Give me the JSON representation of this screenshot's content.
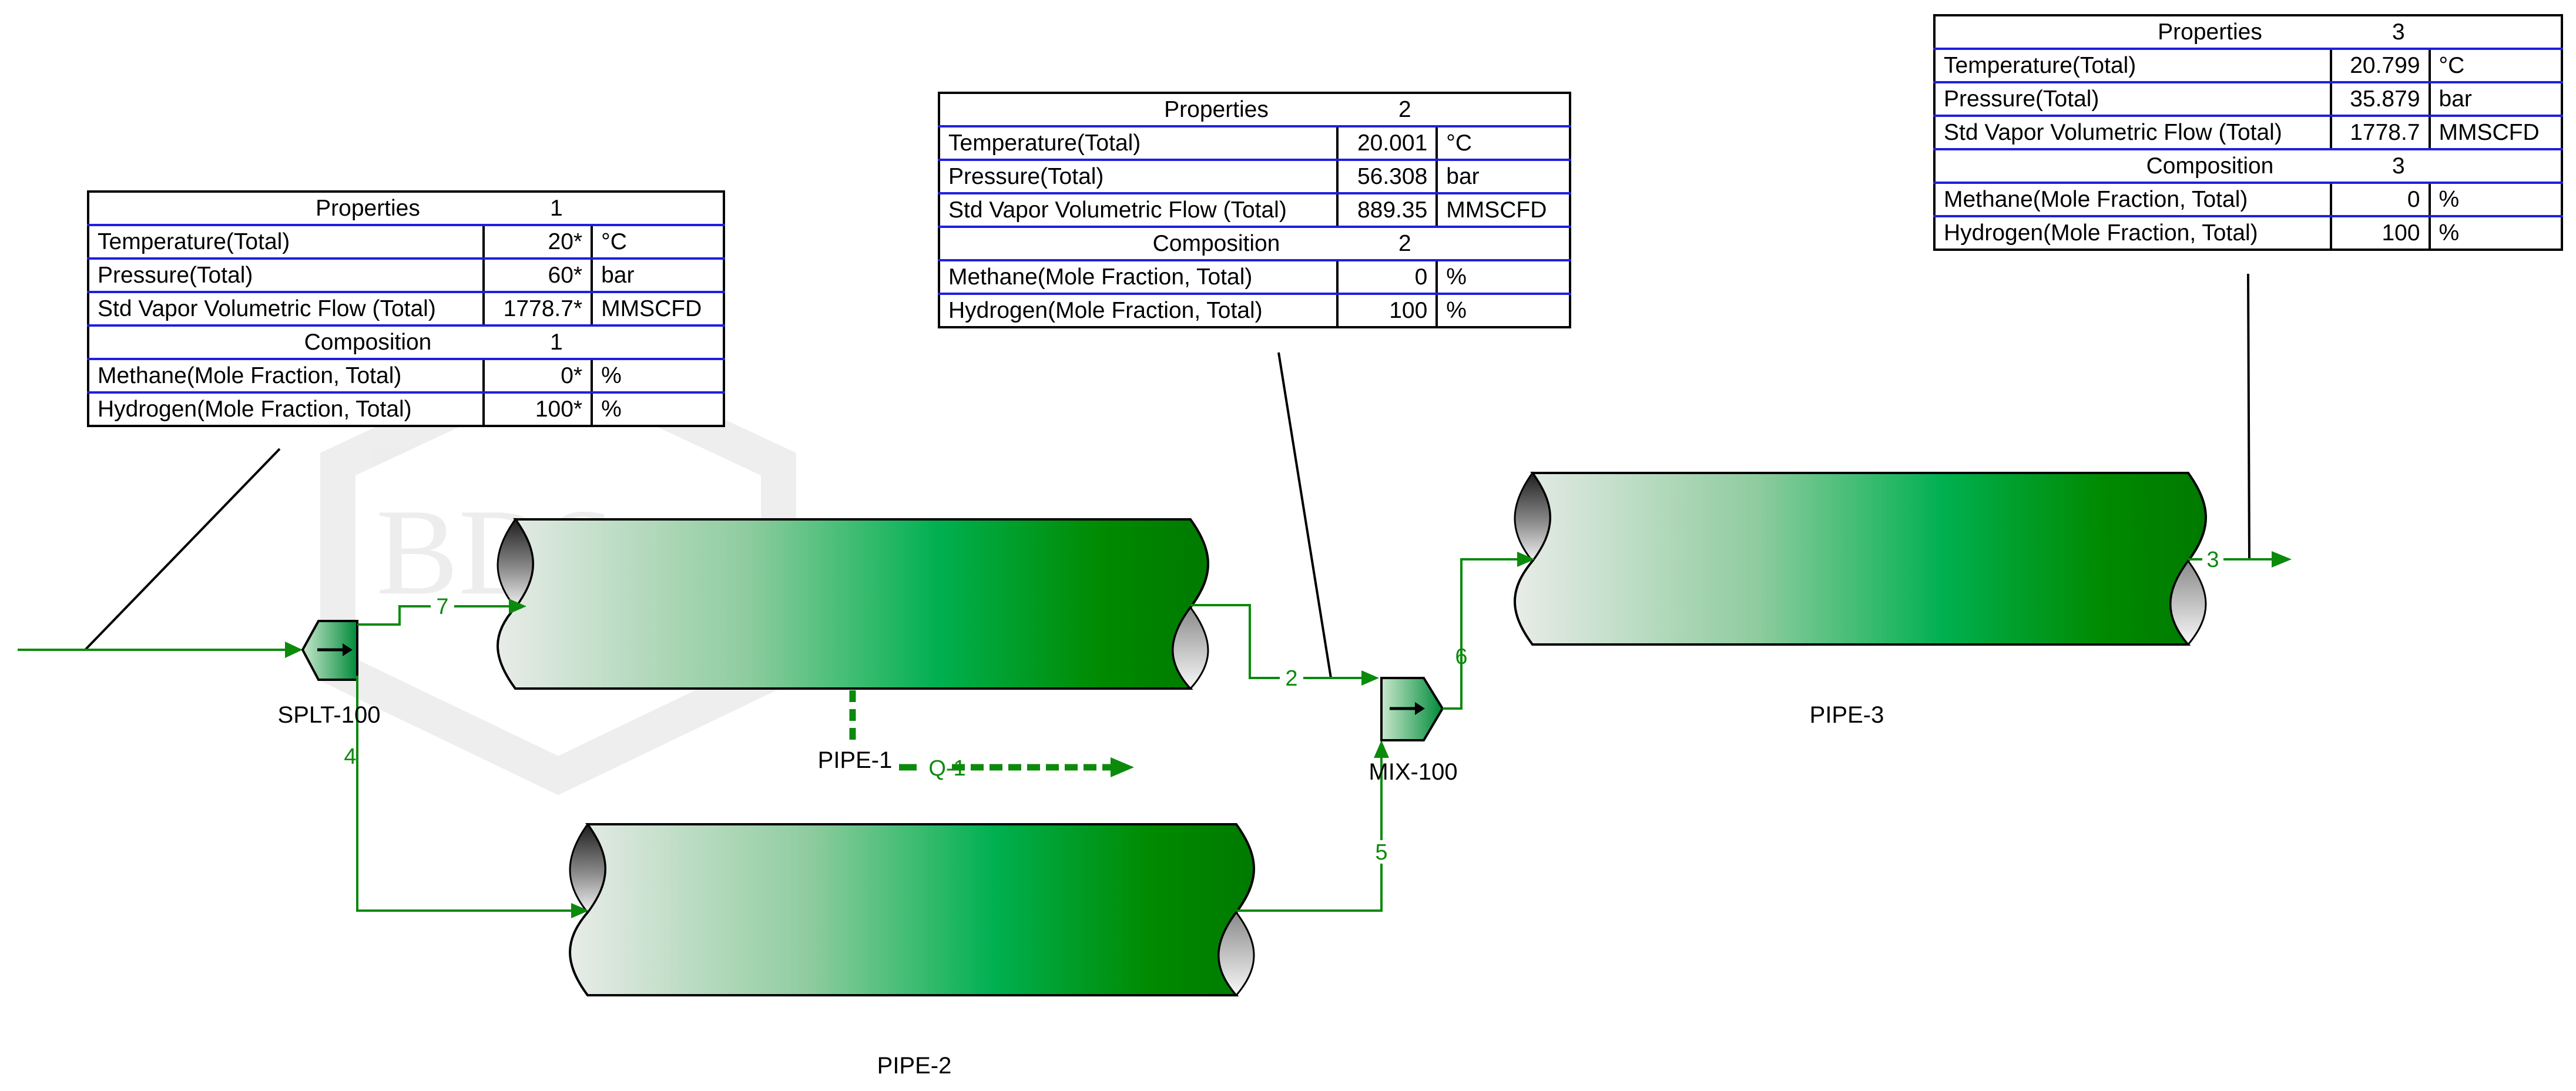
{
  "colors": {
    "stream": "#0c8a0c",
    "energy": "#0c8a0c",
    "grid_line": "#1f1fe0",
    "pipe_dark": "#008000",
    "pipe_mid": "#00b050",
    "pipe_light": "#e6ece6"
  },
  "watermark": "BDS",
  "equipment": {
    "splitter": {
      "label": "SPLT-100",
      "icon": "splitter-icon"
    },
    "mixer": {
      "label": "MIX-100",
      "icon": "mixer-icon"
    },
    "pipe1": {
      "label": "PIPE-1"
    },
    "pipe2": {
      "label": "PIPE-2"
    },
    "pipe3": {
      "label": "PIPE-3"
    }
  },
  "streams": {
    "s2": "2",
    "s3": "3",
    "s4": "4",
    "s5": "5",
    "s6": "6",
    "s7": "7",
    "q1": "Q-1"
  },
  "tables": {
    "t1": {
      "header": [
        "Properties",
        "1"
      ],
      "rows": [
        {
          "label": "Temperature(Total)",
          "value": "20*",
          "unit": "°C"
        },
        {
          "label": "Pressure(Total)",
          "value": "60*",
          "unit": "bar"
        },
        {
          "label": "Std Vapor Volumetric Flow (Total)",
          "value": "1778.7*",
          "unit": "MMSCFD"
        }
      ],
      "comp_header": [
        "Composition",
        "1"
      ],
      "comp_rows": [
        {
          "label": "Methane(Mole Fraction, Total)",
          "value": "0*",
          "unit": "%"
        },
        {
          "label": "Hydrogen(Mole Fraction, Total)",
          "value": "100*",
          "unit": "%"
        }
      ]
    },
    "t2": {
      "header": [
        "Properties",
        "2"
      ],
      "rows": [
        {
          "label": "Temperature(Total)",
          "value": "20.001",
          "unit": "°C"
        },
        {
          "label": "Pressure(Total)",
          "value": "56.308",
          "unit": "bar"
        },
        {
          "label": "Std Vapor Volumetric Flow (Total)",
          "value": "889.35",
          "unit": "MMSCFD"
        }
      ],
      "comp_header": [
        "Composition",
        "2"
      ],
      "comp_rows": [
        {
          "label": "Methane(Mole Fraction, Total)",
          "value": "0",
          "unit": "%"
        },
        {
          "label": "Hydrogen(Mole Fraction, Total)",
          "value": "100",
          "unit": "%"
        }
      ]
    },
    "t3": {
      "header": [
        "Properties",
        "3"
      ],
      "rows": [
        {
          "label": "Temperature(Total)",
          "value": "20.799",
          "unit": "°C"
        },
        {
          "label": "Pressure(Total)",
          "value": "35.879",
          "unit": "bar"
        },
        {
          "label": "Std Vapor Volumetric Flow (Total)",
          "value": "1778.7",
          "unit": "MMSCFD"
        }
      ],
      "comp_header": [
        "Composition",
        "3"
      ],
      "comp_rows": [
        {
          "label": "Methane(Mole Fraction, Total)",
          "value": "0",
          "unit": "%"
        },
        {
          "label": "Hydrogen(Mole Fraction, Total)",
          "value": "100",
          "unit": "%"
        }
      ]
    }
  }
}
